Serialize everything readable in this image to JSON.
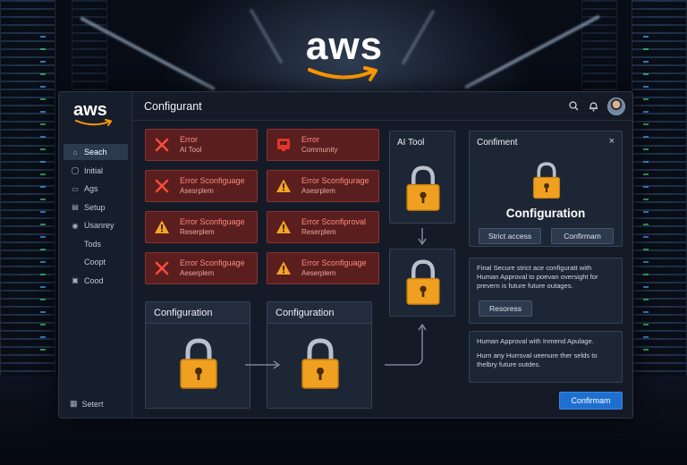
{
  "brand": {
    "hero_logo": "aws",
    "sidebar_logo": "aws",
    "brand_orange": "#ff9900"
  },
  "window": {
    "title": "Configurant"
  },
  "topbar_icons": [
    "search-icon",
    "bell-icon",
    "user-avatar"
  ],
  "sidebar": {
    "items": [
      {
        "label": "Seach",
        "icon": "home-icon",
        "active": true
      },
      {
        "label": "Initial",
        "icon": "circle-icon"
      },
      {
        "label": "Ags",
        "icon": "folder-icon"
      },
      {
        "label": "Setup",
        "icon": "document-icon"
      },
      {
        "label": "Usanrey",
        "icon": "user-icon"
      },
      {
        "label": "Tods",
        "icon": ""
      },
      {
        "label": "Coopt",
        "icon": ""
      },
      {
        "label": "Cood",
        "icon": "box-icon"
      }
    ],
    "footer": {
      "label": "Setert",
      "icon": "grid-icon"
    }
  },
  "errors": [
    {
      "title": "Error",
      "subtitle": "AI Tool",
      "icon": "x-icon"
    },
    {
      "title": "Error",
      "subtitle": "Community",
      "icon": "alert-box-icon"
    },
    {
      "title": "Error Sconfiguage",
      "subtitle": "Asesrplem",
      "icon": "x-icon"
    },
    {
      "title": "Error Sconfigurage",
      "subtitle": "Asesrplem",
      "icon": "warning-icon"
    },
    {
      "title": "Error Sconfiguage",
      "subtitle": "Reserplem",
      "icon": "warning-icon"
    },
    {
      "title": "Error Sconfiproval",
      "subtitle": "Reserplem",
      "icon": "warning-icon"
    },
    {
      "title": "Error Sconfiguage",
      "subtitle": "Aeserplem",
      "icon": "x-icon"
    },
    {
      "title": "Error Sconfiguage",
      "subtitle": "Aeserplem",
      "icon": "warning-icon"
    }
  ],
  "config_panels": [
    {
      "title": "Configuration"
    },
    {
      "title": "Configuration"
    }
  ],
  "ai_tool_panel": {
    "title": "AI Tool"
  },
  "confirm_dialog": {
    "title": "Confiment",
    "heading": "Configuration",
    "strict_button": "Strict access",
    "confirm_button": "Confirmam"
  },
  "info_note": {
    "text": "Final Secure strict ace configuratt with Human Approval to poevan oversight for prevern is future future outages.",
    "button": "Resoress"
  },
  "approval_note": {
    "line1": "Human Approval with Inmend Apulage.",
    "line2": "Hurn any Hurrsval ueenure ther selds to thelbry future outdes."
  },
  "footer_confirm": "Confirmam"
}
